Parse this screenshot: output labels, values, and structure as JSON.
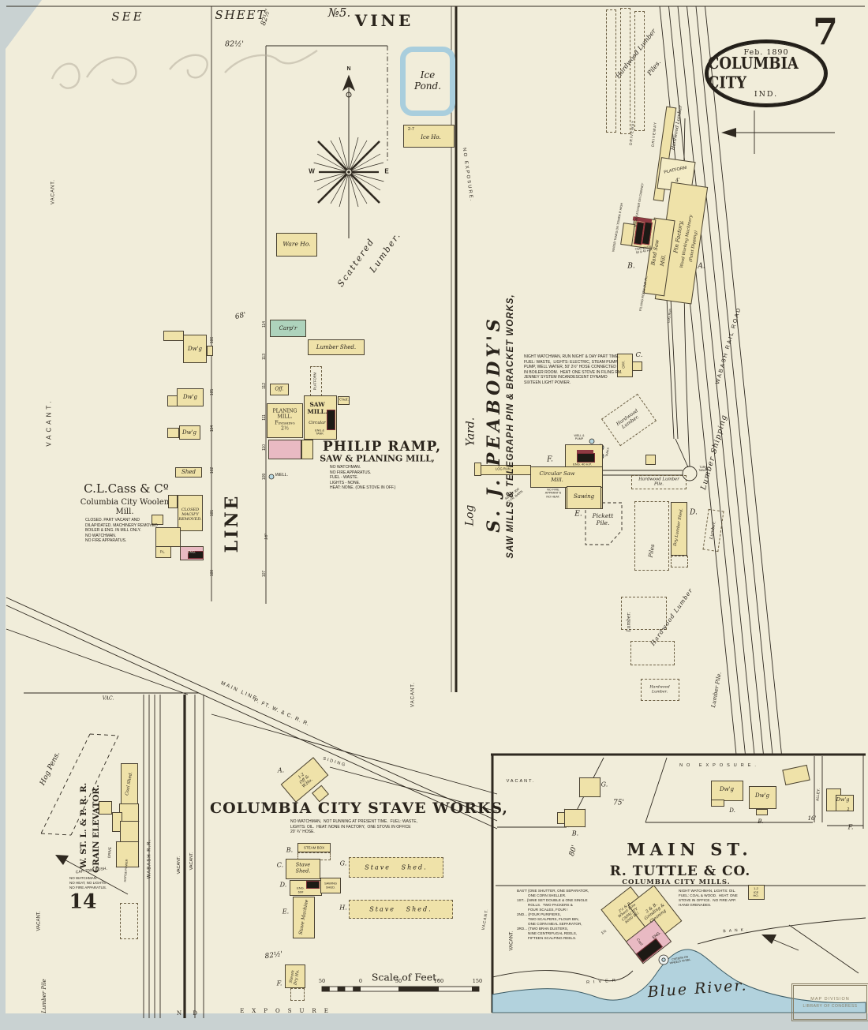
{
  "page": {
    "sheet_big": "7",
    "header": {
      "see": "SEE",
      "sheet": "SHEET",
      "no": "№5.",
      "vine": "VINE"
    },
    "logo": {
      "date": "Feb. 1890",
      "city": "COLUMBIA CITY",
      "state": "IND."
    },
    "bottom": {
      "nd": "N D",
      "exposure": "EXPOSURE"
    }
  },
  "measure": {
    "m82": "82½'",
    "m68": "68'",
    "m75": "75'",
    "m80": "80'",
    "m16": "16'",
    "p4": "4'"
  },
  "common": {
    "dwg": "Dw'g",
    "vacant": "VACANT.",
    "vac": "VAC.",
    "driveway": "DRIVEWAY",
    "hardwood_lumber": "Hardwood Lumber",
    "piles": "Piles.",
    "lumber": "Lumber.",
    "shed": "Shed",
    "well": "WELL."
  },
  "compass": {
    "n": "N",
    "w": "W",
    "e": "E"
  },
  "ice": {
    "pond": "Ice\nPond.",
    "house": "Ice Ho.",
    "num": "2-7"
  },
  "streetnums": {
    "n114": "114",
    "n113": "113",
    "n112": "112",
    "n111": "111",
    "n110": "110",
    "n109": "109",
    "n107": "107",
    "n106": "106",
    "n105": "105",
    "n104": "104",
    "n102": "102",
    "n101": "101",
    "n100": "100"
  },
  "cass": {
    "name": "C.L.Cass & Cº",
    "sub": "Columbia City Woolen",
    "mill": "Mill.",
    "note": "CLOSED. PART VACANT AND\nDILAPIDATED. MACHINERY REMOVED\nBOILER & ENG. IN MILL ONLY.\nNO WATCHMAN.\nNO FIRE APPARATUS.",
    "closed": "CLOSED\nMACH'Y\nREMOVED.",
    "eng": "ENG.",
    "pl": "PL.",
    "line_st": "LINE"
  },
  "ramp": {
    "carpr": "Carp'r",
    "lumber_shed": "Lumber Shed.",
    "platform": "PLATFORM",
    "off": "Off.",
    "planing": "PLANING\nMILL.\nFinishing\n2½",
    "saw": "SAW\nMILL.",
    "circular": "Circular",
    "engtank": "ENG.&\nTANK",
    "coal": "Coal.",
    "name": "PHILIP RAMP,",
    "sub": "SAW & PLANING MILL,",
    "note": "NO WATCHMAN.\nNO FIRE APPARATUS.\nFUEL - WASTE.\nLIGHTS - NONE.\nHEAT: NONE. (ONE STOVE IN OFF.)",
    "ware": "Ware Ho.",
    "scattered": "Scattered",
    "lumber_it": "Lumber."
  },
  "peabody": {
    "name": "S. J. PEABODY'S",
    "sub": "SAW MILLS & TELEGRAPH PIN & BRACKET WORKS,",
    "log": "Log",
    "yard": "Yard.",
    "note": "NIGHT WATCHMAN, RUN NIGHT & DAY PART TIME.\nFUEL: WASTE,  LIGHTS: ELECTRIC, STEAM PUMP,\nPUMP, WELL WATER, 50' 2½\" HOSE CONNECTED\nIN BOILER ROOM.  HEAT: ONE STOVE IN FILING RM.\nJENNEY SYSTEM INCANDESCENT DYNAMO\nSIXTEEN LIGHT POWER.",
    "pin1": "Pin Factory,",
    "pin2": "Wood Working Machinery",
    "pin3": "(Paint Dipping)",
    "band": "Band Saw",
    "mill": "Mill.",
    "a": "A.",
    "b": "B.",
    "c": "C.",
    "off": "OFF.",
    "engs": "TWO ENGS.\n50 & 40 H.P.",
    "spark": "SPARK CATCHER ON CHIMNEY",
    "wtanks": "WATER TANKS ON TOWER 8' HIGH",
    "filling": "FILLING ROOM 2ND FL.",
    "logrun": "LOG RUN",
    "platform4": "PLATFORM"
  },
  "mill": {
    "f": "F.",
    "e": "E.",
    "d": "D.",
    "circ": "Circular Saw\nMill.",
    "sawing": "Sawing",
    "eng": "ENG. 40 H.P.",
    "wellpump": "WELL &\nPUMP",
    "tanks": "TANKS",
    "nofire": "NO FIRE\nAPPARAT'S\nNO HEAT.",
    "logrun": "LOG RUN.",
    "barn": "ABOUT 300'\nTO FR. BARN.",
    "turntable": "TURN\nTABLE.",
    "hlpile": "Hardwood Lumber\nPile.",
    "pickett": "Pickett\nPile.",
    "piles": "Piles",
    "dry": "Dry Lumber Shed.",
    "lumpile": "Lumber Pile.",
    "hw2": "Hardwood\nLumber."
  },
  "rr": {
    "wabash": "WABASH RAIL ROAD",
    "shipping": "Lumber Shipping",
    "noexp": "NO EXPOSURE.",
    "mainline": "MAIN LINE",
    "pftw": "P. FT. W. & C. R. R.",
    "siding": "SIDING",
    "wabash2": "WABASH R.R."
  },
  "stave": {
    "name": "COLUMBIA CITY STAVE WORKS,",
    "note": "NO WATCHMAN,  NOT RUNNING AT PRESENT TIME.  FUEL: WASTE,\nLIGHTS: OIL.  HEAT: NONE IN FACTORY,  ONE STOVE IN OFFICE\n20' ¾\" HOSE.",
    "offwho": "1-2\nOff &\nW.Ho.",
    "a": "A.",
    "b": "B.",
    "c": "C.",
    "d": "D.",
    "e": "E.",
    "f": "F.",
    "g": "G.",
    "h": "H.",
    "steambox": "STEAM BOX",
    "staveshed": "Stave\nShed.",
    "staveshed_l": "Stave   Shed.",
    "eng": "ENG.\n60#",
    "sawingshed": "SAWING\nSHED.",
    "machine": "Stave Machine",
    "dryho": "Steam\nDry Ho."
  },
  "elevator": {
    "hogpens": "Hog Pens.",
    "rr": "W. ST. L. & P. R. R.",
    "name": "GRAIN ELEVATOR.",
    "coalshed": "Coal Shed.",
    "drive": "DRIVE",
    "horse": "HORSE POWER",
    "cap": "CAP. 7000 BUSH.",
    "note": "NO WATCHMAN.\nNO HEAT, NO LIGHTS.\nNO FIRE APPARATUS.",
    "num": "14",
    "lumpile": "Lumber Pile"
  },
  "mainst": {
    "name": "MAIN ST.",
    "noexp": "NO EXPOSURE.",
    "alley": "ALLEY.",
    "g": "G.",
    "b": "B.",
    "d": "D.",
    "b2": "B.",
    "f": "F.",
    "two": "2"
  },
  "tuttle": {
    "name": "R. TUTTLE & CO.",
    "sub": "COLUMBIA CITY MILLS.",
    "note_l": "BAS'T {ONE SHUTTER, ONE SEPARATOR,\n           ONE CORN SHELLER.\n1ST... {NINE SET DOUBLE & ONE SINGLE\n           ROLLS.  TWO PACKERS &\n           FOUR SCALES, FOUR !\n2ND... {FOUR PURIFIERS,\n           TWO SCALPERS, FLOUR BIN,\n           ONE CORN MEAL SEPARATOR,\n3RD... {TWO BRAN DUSTERS,\n           NINE CENTRIFUGAL REELS,\n           FIFTEEN SCALPING REELS.",
    "note_r": "NIGHT WATCHMAN, LIGHTS: OIL.\nFUEL: COAL & WOOD.  HEAT: ONE\nSTOVE IN OFFICE.  NO FIRE APP.\nHAND GRENADES.",
    "wheat": "2½ & B\nWheat Bins\nCAPACITY\n6000 BU.",
    "grind": "3 & B.\nGrinding &\nCleaning",
    "half": "1½",
    "coal": "Coal",
    "eng": "ENG.",
    "cistern": "CISTERN ON\nWHEELS 40 BBL.",
    "iceho": "1-2\nICE\nHO."
  },
  "river": {
    "blue": "Blue River.",
    "bank": "BANK.",
    "river": "RIVER",
    "vacant": "VACANT."
  },
  "scale": {
    "title": "Scale of Feet.",
    "t50a": "50",
    "t0": "0",
    "t50b": "50",
    "t100": "100",
    "t150": "150"
  },
  "stamp": {
    "l1": "MAP DIVISION",
    "l2": "LIBRARY OF CONGRESS"
  }
}
